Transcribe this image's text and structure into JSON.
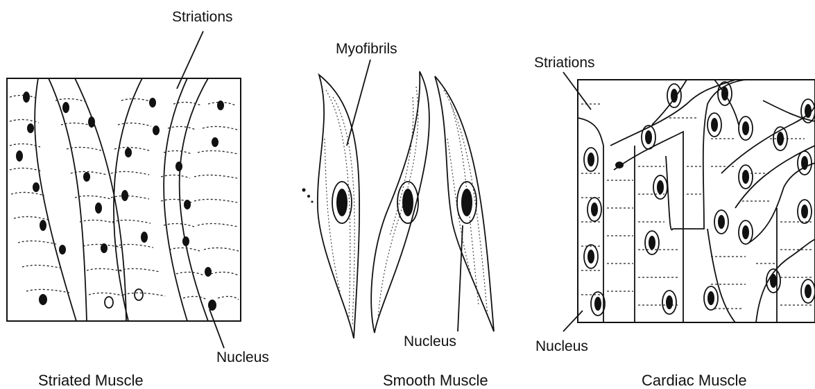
{
  "panels": [
    {
      "caption": "Striated Muscle",
      "labels": {
        "top": "Striations",
        "bottom": "Nucleus"
      }
    },
    {
      "caption": "Smooth Muscle",
      "labels": {
        "top": "Myofibrils",
        "bottom": "Nucleus"
      }
    },
    {
      "caption": "Cardiac Muscle",
      "labels": {
        "top": "Striations",
        "bottom": "Nucleus"
      }
    }
  ]
}
